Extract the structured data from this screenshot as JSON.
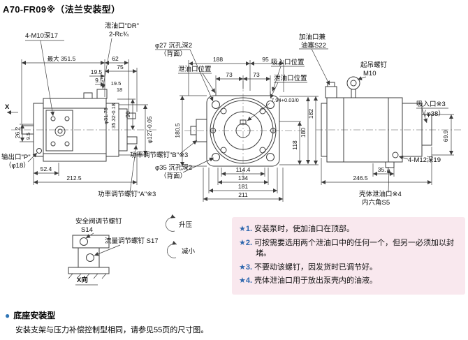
{
  "page": {
    "title": "A70-FR09※（法兰安装型）",
    "footer_bullet": "●",
    "footer_heading": "底座安装型",
    "footer_body": "安装支架与压力补偿控制型相同，请参见55页的尺寸图。"
  },
  "colors": {
    "note_bg": "#f9e8ee",
    "accent": "#2c66ad",
    "bullet": "#2e75b6",
    "line": "#3c3c3c"
  },
  "left_view": {
    "x_marker": "X",
    "bolts": "4-M10深17",
    "drain_port_1": "泄油口\"DR\"",
    "drain_port_2": "2-Rc¾",
    "dim_max": "最大 351.5",
    "dim_62": "62",
    "dim_75": "75",
    "dim_19_5": "19.5",
    "dim_9_5": "9.5",
    "dim_19_5_s": "19.5",
    "dim_18": "18",
    "dim_phi31_75": "φ31.75",
    "dim_35_32": "35.32-0.18",
    "dim_90": "90",
    "dim_phi127": "φ127-0.05",
    "dim_26_2": "26.2",
    "dim_9_5_l": "9.5",
    "outlet_1": "输出口\"P\"",
    "outlet_2": "（φ18）",
    "dim_52_4": "52.4",
    "dim_212_5": "212.5",
    "power_screw_a": "功率调节螺钉\"A\"※3"
  },
  "front_view": {
    "cbore_top_1": "φ27 沉孔深2",
    "cbore_top_2": "（背面）",
    "dim_188": "188",
    "dim_95": "95",
    "suction_pos": "吸入口位置",
    "drain_pos_left": "泄油口位置",
    "dim_73a": "73",
    "dim_73b": "73",
    "drain_pos_right": "泄油口位置",
    "dim_180_5": "180.5",
    "dim_7_94": "7.94+0.03/0",
    "dim_182": "182",
    "dim_180": "180",
    "dim_118": "118",
    "power_screw_b": "功率调节螺钉\"B\"※3",
    "cbore_bot_1": "φ35 沉孔深2",
    "cbore_bot_2": "（背面）",
    "dim_114_4": "114.4",
    "dim_134": "134",
    "dim_181": "181",
    "dim_211": "211"
  },
  "right_view": {
    "filler_1": "加油口兼",
    "filler_2": "油塞S22",
    "eyebolt_1": "起吊螺钉",
    "eyebolt_2": "M10",
    "suction_1": "吸入口※3",
    "suction_2": "（φ38）",
    "dim_69_9": "69.9",
    "dim_35_7": "35.7",
    "dim_246_5": "246.5",
    "bolts": "4-M12深19",
    "case_drain_1": "壳体泄油口※4",
    "case_drain_2": "内六角S5"
  },
  "x_view": {
    "safety_screw_1": "安全阀调节螺钉",
    "safety_screw_2": "S14",
    "raise": "升压",
    "flow_screw": "流量调节螺钉 S17",
    "lower": "减小",
    "caption": "X向"
  },
  "notes": {
    "items": [
      {
        "marker": "★1.",
        "text": "安装泵时，使加油口在顶部。"
      },
      {
        "marker": "★2.",
        "text": "可按需要选用两个泄油口中的任何一个，但另一必须加以封堵。"
      },
      {
        "marker": "★3.",
        "text": "不要动该螺钉，因发货时已调节好。"
      },
      {
        "marker": "★4.",
        "text": "壳体泄油口用于放出泵壳内的油液。"
      }
    ]
  }
}
